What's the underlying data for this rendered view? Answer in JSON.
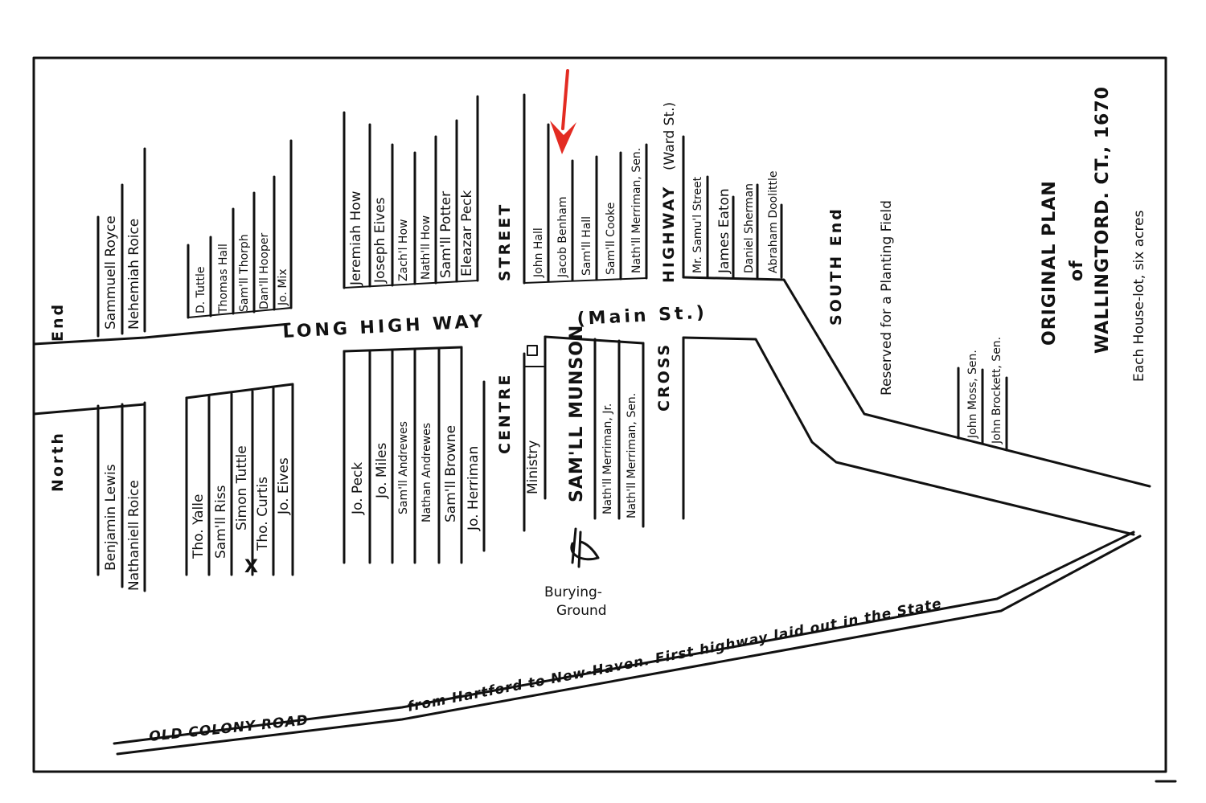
{
  "title": {
    "line1": "ORIGINAL PLAN",
    "line2": "of",
    "line3": "WALLINGTORD. CT., 1670",
    "line4": "Each House-lot, six acres"
  },
  "streets": {
    "long_highway": "LONG HIGH WAY",
    "main_st": "(Main St.)",
    "street": "STREET",
    "centre": "CENTRE",
    "highway": "HIGHWAY",
    "ward_st": "(Ward St.)",
    "cross": "CROSS",
    "south_end": "SOUTH End",
    "north": "North",
    "end": "End",
    "old_colony_road": "OLD COLONY ROAD",
    "hartford_note": "from Hartford to New-Haven. First highway laid out in the State"
  },
  "places": {
    "reserved": "Reserved for a Planting Field",
    "ministry": "Ministry",
    "burying1": "Burying-",
    "burying2": "Ground"
  },
  "lots": {
    "north_upper": [
      "Sammuell Royce",
      "Nehemiah Roice"
    ],
    "north_lower": [
      "Benjamin Lewis",
      "Nathaniell Roice"
    ],
    "group2_upper": [
      "D. Tuttle",
      "Thomas Hall",
      "Sam'll Thorph",
      "Dan'll Hooper",
      "Jo. Mix"
    ],
    "group2_lower": [
      "Tho. Yalle",
      "Sam'll Riss",
      "Simon Tuttle",
      "Tho. Curtis",
      "Jo. Eives"
    ],
    "group2_lower_marker": "X",
    "group3_upper": [
      "Jeremiah How",
      "Joseph Eives",
      "Zach'l How",
      "Nath'll How",
      "Sam'll Potter",
      "Eleazar Peck"
    ],
    "group3_lower": [
      "Jo. Peck",
      "Jo. Miles",
      "Sam'll Andrewes",
      "Nathan Andrewes",
      "Sam'll Browne",
      "Jo. Herriman"
    ],
    "group4_upper": [
      "John Hall",
      "Jacob Benham",
      "Sam'll Hall",
      "Sam'll Cooke",
      "Nath'll Merriman, Sen."
    ],
    "group4_lower": [
      "SAM'LL MUNSON",
      "Nath'll Merriman, Jr.",
      "Nath'll Merriman, Sen."
    ],
    "group5_upper": [
      "Mr. Samu'l Street",
      "James Eaton",
      "Daniel Sherman",
      "Abraham Doolittle"
    ],
    "south_lots": [
      "John Moss, Sen.",
      "John Brockett, Sen."
    ]
  },
  "colors": {
    "ink": "#111111",
    "arrow": "#e32b22",
    "paper": "#ffffff"
  }
}
